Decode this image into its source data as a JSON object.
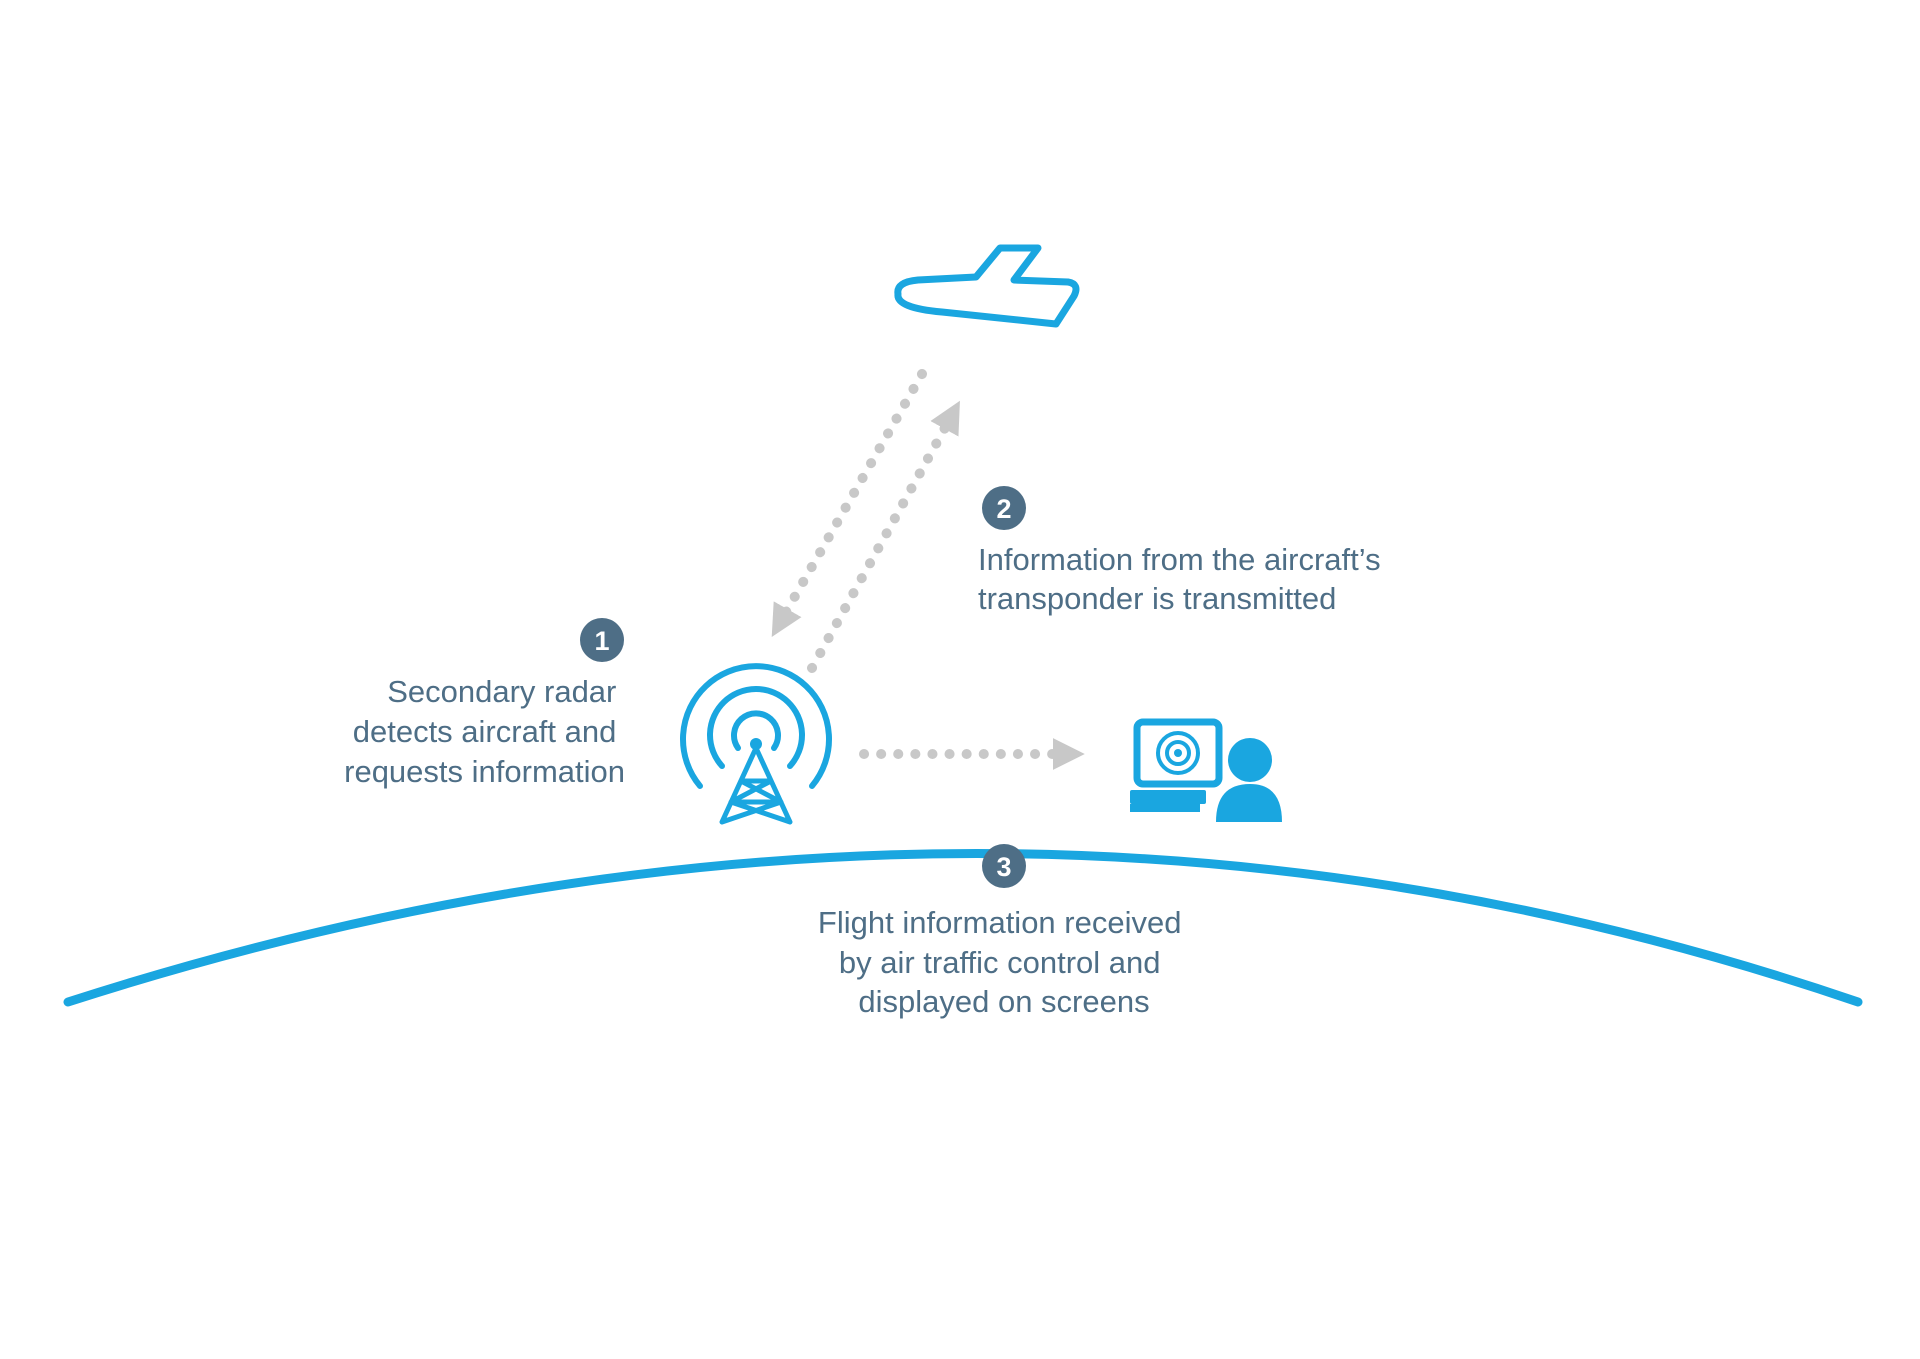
{
  "colors": {
    "accent": "#1aa6e0",
    "badge": "#4e6e86",
    "text": "#4e6e86",
    "signal": "#c8c8c8",
    "background": "#ffffff"
  },
  "icons": {
    "aircraft": "airplane-icon",
    "radar": "radar-tower-icon",
    "control": "air-traffic-controller-icon"
  },
  "steps": [
    {
      "number": "1",
      "lines": [
        "Secondary radar",
        "detects aircraft and",
        "requests information"
      ]
    },
    {
      "number": "2",
      "lines": [
        "Information from the aircraft’s",
        "transponder is transmitted"
      ]
    },
    {
      "number": "3",
      "lines": [
        "Flight information received",
        "by air traffic control and",
        "displayed on screens"
      ]
    }
  ]
}
